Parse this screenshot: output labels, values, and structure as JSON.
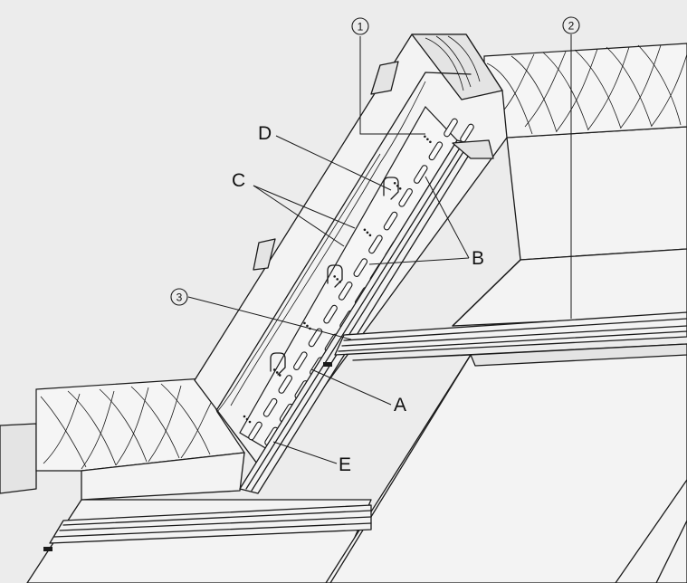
{
  "labels": {
    "A": "A",
    "B": "B",
    "C": "C",
    "D": "D",
    "E": "E"
  },
  "callouts": {
    "one": "1",
    "two": "2",
    "three": "3"
  }
}
